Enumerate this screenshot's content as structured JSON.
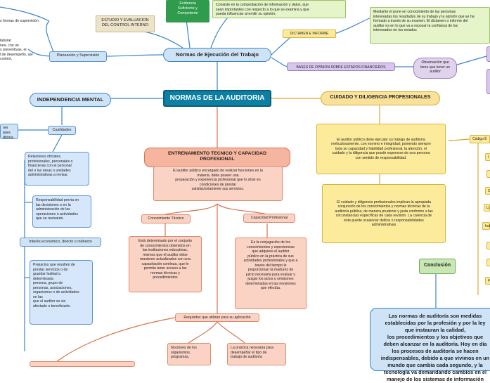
{
  "central": "NORMAS DE LA AUDITORIA",
  "ejecucion": {
    "title": "Normas de Ejecución del Trabajo",
    "planeacion": "Planeación y Supervisión",
    "planeacion_desc": "laborar\nnes, con un\ns preventivas, el\nl de desempeño, así\ncontrol,",
    "supervision_top": "s formas de supervisión",
    "estudio": "ESTUDIO Y EVALUACION\nDEL CONTROL INTERNO",
    "evidencia": "Evidencia\nSuficiente y\nCompetente",
    "evidencia_desc": "Consiste en la comprobación de información y datos, que\nsean importantes con respecto a lo que se examina y que\npueda influenciar al emitir su opinión.",
    "dictamen": "DICTAMEN E INFORME",
    "dictamen_desc": "Mediante el pone en conocimiento de las personas\ninteresadas los resultados de su trabajo y la opinión que se ha\nformado a través de su examen. El dictamen o informe del\nauditor es en lo que va a reposar la confianza de los\ninteresados en los estados",
    "bases": "BASES DE OPINION SOBRE ESTADOS FINANCIEROS",
    "observacion": "Observación que\ntiene que tener un\nauditor"
  },
  "independencia": {
    "title": "INDEPENDENCIA MENTAL",
    "side": "ner para\nditoría",
    "cualidades": "Cualidades",
    "relaciones": "Relaciones oficiales,\nprofesionales, personales o\nfinancieras con el personal\ndel o las áreas o unidades\nadministrativas a revisar.",
    "responsabilidad": "Responsabilidad previa en\nlas decisiones o en la\nadministración de las\noperaciones o actividades\nque se revisarán.",
    "interes": "Interés económico, directo o indirecto",
    "prejuicios": "Prejuicios que resulten de\nprestar servicios o de\nguardar lealtad a\ndeterminada\npersona, grupo de\npersonas, asociaciones,\norganismos o de actividades\nen las\nque el auditor se vio\nafectado o beneficiado."
  },
  "entrenamiento": {
    "title": "ENTRENAMIENTO TECNICO Y CAPACIDAD\nPROFESIONAL",
    "desc": "El auditor público encargado de realizar funciones en la\nmateria, debe poseer una\npreparación y experiencia profesional que lo sitúe en\ncondiciones de prestar\nsatisfactoriamente sus servicios.",
    "conocimiento": "Conocimiento Técnico",
    "conocimiento_desc": "Está determinado por el conjunto\nde conocimientos obtenidos en\nlas instituciones educativas,\nmismos que el auditor debe\nmantener actualizados con una\ncapacitación continua, que le\npermita tener acceso a las\nnormas técnicas y\nprocedimientos",
    "capacidad": "Capacidad Profesional",
    "capacidad_desc": "Es la conjugación de los\nconocimientos y experiencias\nque adquiere el auditor\npúblico en la práctica de sus\nactividades profesionales y que a\ntravés del tiempo le\nproporcionan la madurez de\njuicio necesaria para evaluar y\njuzgar los actos u omisiones\ndeterminadas en las revisiones\nque efectúa.",
    "requisitos": "Requisitos que utilizan para su aplicación",
    "nociones": "Nociones de los\norganismos,\nprogramas,",
    "practica": "La práctica necesaria para\ndesempeñar el tipo de\ntrabajo de auditoría"
  },
  "cuidado": {
    "title": "CUIDADO Y DILIGENCIA PROFESIONALES",
    "desc1": "El auditor público debe ejecutar su trabajo de auditoría\nmeticulosamente, con esmero e integridad; poniendo siempre\ntoda su capacidad y habilidad profesional, la atención, el\ncuidado y la diligencia que puede esperarse de una persona\ncon sentido de responsabilidad.",
    "desc2": "El cuidado y diligencia profesionales implican la apropiada\nconjunción de los conocimientos y normas técnicas de la\nauditoría pública, de manera prudente y justa conforme a las\ncircunstancias específicas de cada revisión. La carencia de\néste puede ocasionar delitos o responsabilidades\nadministrativas",
    "codigo": "Código É",
    "small_labels": [
      "I",
      "",
      "C",
      "Li",
      "Ind",
      "",
      "",
      "F"
    ]
  },
  "conclusion": {
    "label": "Conclusión",
    "text": "Las normas de auditoría son medidas\nestablecidas por la profesión y por la ley\nque instauran la calidad,\nlos procedimientos y los objetivos que\ndeben alcanzar en la auditoría.  Hoy en día\nlos procesos de auditoría se hacen\nindispensables, debido a que vivimos en un\nmundo que cambia cada segundo, y la\ntecnología va demandando cambios en el\nmanejo de los sistemas de información"
  },
  "colors": {
    "hub": "#0d7fa3",
    "blue": "#cfe3f7",
    "salmon": "#f5b59e",
    "yellow": "#fbe29a",
    "green": "#2e9c4c"
  }
}
